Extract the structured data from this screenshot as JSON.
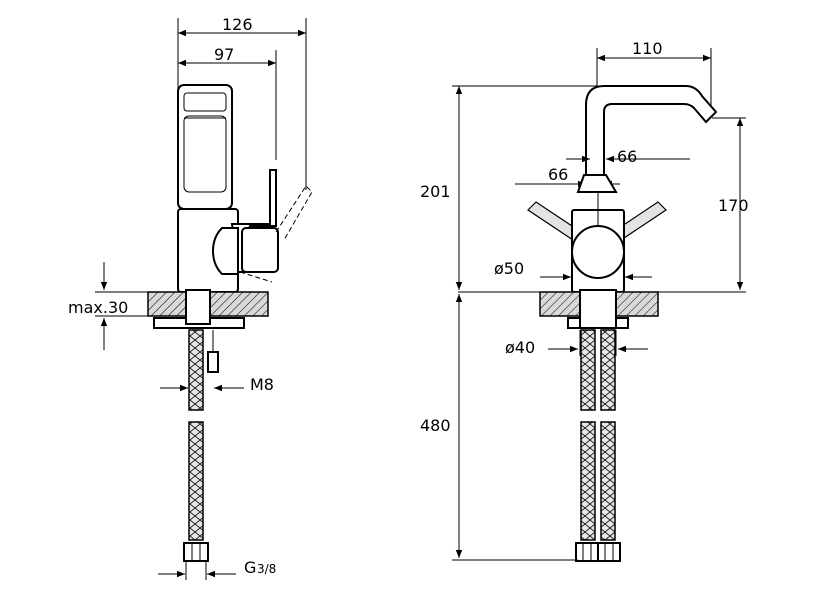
{
  "side_view": {
    "dim_total_depth": "126",
    "dim_handle_depth": "97",
    "dim_deck_thickness": "max.30",
    "dim_rod_thread": "M8",
    "dim_hose_thread_base": "G",
    "dim_hose_thread_frac": "3/8"
  },
  "front_view": {
    "dim_spout_reach": "110",
    "dim_total_height": "201",
    "dim_spout_height": "170",
    "dim_left_offset": "66",
    "dim_right_offset": "66",
    "dim_base_diameter": "ø50",
    "dim_hole_diameter": "ø40",
    "dim_hose_length": "480"
  },
  "colors": {
    "line": "#000000",
    "background": "#ffffff",
    "hatch_bg": "#d9d9d9"
  }
}
